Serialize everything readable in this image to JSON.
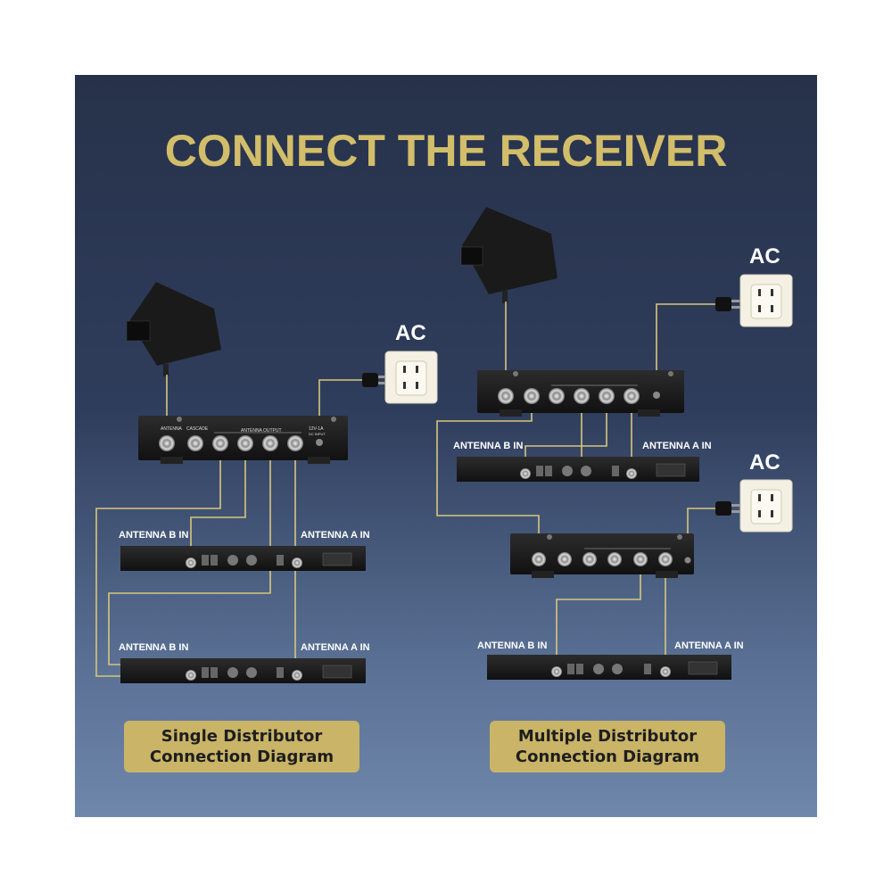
{
  "title": "CONNECT THE RECEIVER",
  "left_diagram": {
    "ac_label": "AC",
    "receiver1": {
      "antenna_b_label": "ANTENNA B IN",
      "antenna_a_label": "ANTENNA A IN"
    },
    "receiver2": {
      "antenna_b_label": "ANTENNA B IN",
      "antenna_a_label": "ANTENNA A IN"
    },
    "caption_line1": "Single Distributor",
    "caption_line2": "Connection Diagram"
  },
  "right_diagram": {
    "ac_label_top": "AC",
    "ac_label_bottom": "AC",
    "receiver1": {
      "antenna_b_label": "ANTENNA B IN",
      "antenna_a_label": "ANTENNA A IN"
    },
    "receiver2": {
      "antenna_b_label": "ANTENNA B IN",
      "antenna_a_label": "ANTENNA A IN"
    },
    "caption_line1": "Multiple Distributor",
    "caption_line2": "Connection Diagram"
  },
  "distributor_labels": {
    "antenna": "ANTENNA",
    "cascade": "CASCADE",
    "antenna_output": "ANTENNA OUTPUT",
    "power": "12V-1A",
    "power_sub": "DC INPUT"
  },
  "colors": {
    "title": "#d2bd6a",
    "cable": "#d8c67c",
    "caption_bg": "#c9b467"
  }
}
